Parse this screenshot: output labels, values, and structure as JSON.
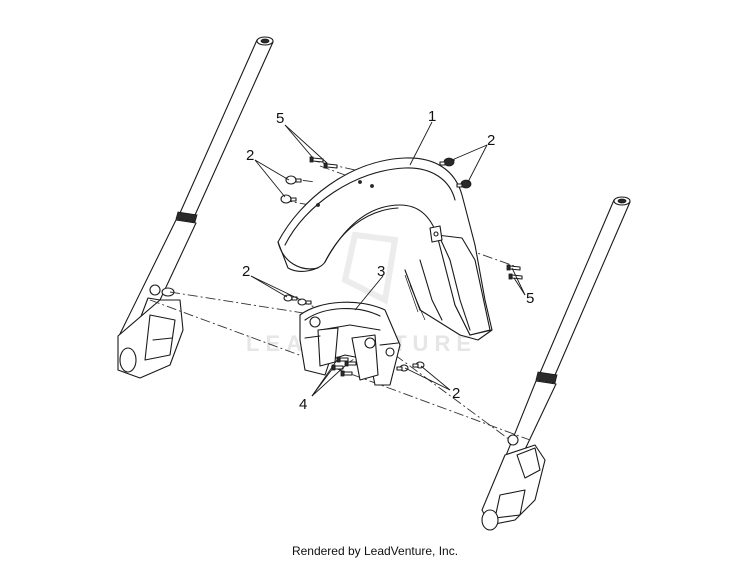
{
  "callouts": {
    "c1": "1",
    "c2a": "2",
    "c2b": "2",
    "c2c": "2",
    "c2d": "2",
    "c3": "3",
    "c4": "4",
    "c5a": "5",
    "c5b": "5"
  },
  "watermark": "LEADVENTURE",
  "footer": "Rendered by LeadVenture, Inc."
}
